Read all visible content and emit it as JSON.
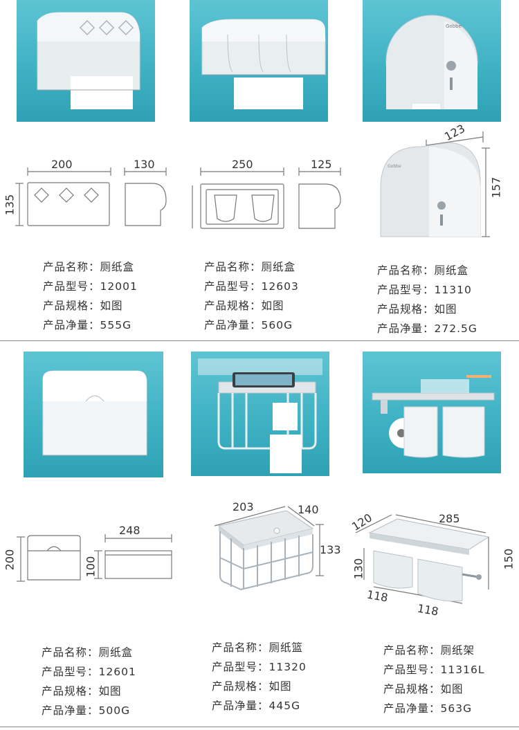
{
  "products": [
    {
      "dims": {
        "width": "200",
        "depth": "130",
        "height": "135"
      },
      "spec": [
        {
          "label": "产品名称：",
          "value": "厕纸盒"
        },
        {
          "label": "产品型号：",
          "value": "12001"
        },
        {
          "label": "产品规格：",
          "value": "如图"
        },
        {
          "label": "产品净量：",
          "value": "555G"
        }
      ]
    },
    {
      "dims": {
        "width": "250",
        "depth": "125"
      },
      "spec": [
        {
          "label": "产品名称：",
          "value": "厕纸盒"
        },
        {
          "label": "产品型号：",
          "value": "12603"
        },
        {
          "label": "产品规格：",
          "value": "如图"
        },
        {
          "label": "产品净量：",
          "value": "560G"
        }
      ]
    },
    {
      "brand": "Gobbe",
      "dims": {
        "depth": "123",
        "height": "157"
      },
      "spec": [
        {
          "label": "产品名称：",
          "value": "厕纸盒"
        },
        {
          "label": "产品型号：",
          "value": "11310"
        },
        {
          "label": "产品规格：",
          "value": "如图"
        },
        {
          "label": "产品净量：",
          "value": "272.5G"
        }
      ]
    },
    {
      "dims": {
        "height": "200",
        "width": "248",
        "depth": "100"
      },
      "spec": [
        {
          "label": "产品名称：",
          "value": "厕纸盒"
        },
        {
          "label": "产品型号：",
          "value": "12601"
        },
        {
          "label": "产品规格：",
          "value": "如图"
        },
        {
          "label": "产品净量：",
          "value": "500G"
        }
      ]
    },
    {
      "dims": {
        "width": "203",
        "depth": "140",
        "height": "133"
      },
      "spec": [
        {
          "label": "产品名称：",
          "value": "厕纸篮"
        },
        {
          "label": "产品型号：",
          "value": "11320"
        },
        {
          "label": "产品规格：",
          "value": "如图"
        },
        {
          "label": "产品净量：",
          "value": "445G"
        }
      ]
    },
    {
      "dims": {
        "depth": "120",
        "width": "285",
        "height_left": "130",
        "height_right": "150",
        "roll_left": "118",
        "roll_right": "118"
      },
      "spec": [
        {
          "label": "产品名称：",
          "value": "厕纸架"
        },
        {
          "label": "产品型号：",
          "value": "11316L"
        },
        {
          "label": "产品规格：",
          "value": "如图"
        },
        {
          "label": "产品净量：",
          "value": "563G"
        }
      ]
    }
  ]
}
